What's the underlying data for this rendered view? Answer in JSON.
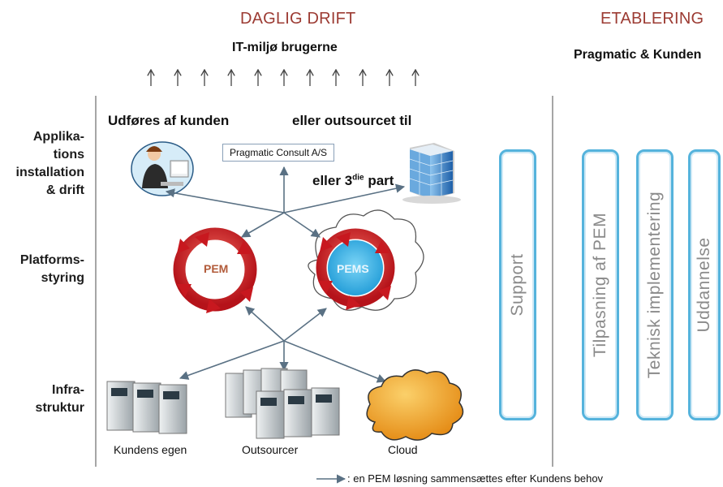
{
  "headers": {
    "daglig_drift": "DAGLIG DRIFT",
    "etablering": "ETABLERING",
    "users": "IT-miljø brugerne",
    "pragmatic_kunden": "Pragmatic & Kunden"
  },
  "rows": {
    "applikation": "Applika-\ntions\ninstallation\n& drift",
    "platform": "Platforms-\nstyring",
    "infra": "Infra-\nstruktur"
  },
  "app_level": {
    "customer": "Udføres af kunden",
    "outsourced": "eller outsourcet til",
    "consult": "Pragmatic Consult A/S",
    "third_party_prefix": "eller 3",
    "third_party_sup": "die",
    "third_party_suffix": " part"
  },
  "platform": {
    "pem": "PEM",
    "pems": "PEMS"
  },
  "infra": {
    "own": "Kundens egen",
    "outsourcer": "Outsourcer",
    "cloud": "Cloud"
  },
  "pills": {
    "support": "Support",
    "tilpasning": "Tilpasning af PEM",
    "teknisk": "Teknisk implementering",
    "uddannelse": "Uddannelse"
  },
  "footnote": ": en PEM løsning sammensættes efter Kundens behov",
  "colors": {
    "header_red": "#9c3b33",
    "pill_blue": "#55b3dc",
    "arrow_grey": "#5a7184",
    "cycle_red": "#d8252a"
  }
}
